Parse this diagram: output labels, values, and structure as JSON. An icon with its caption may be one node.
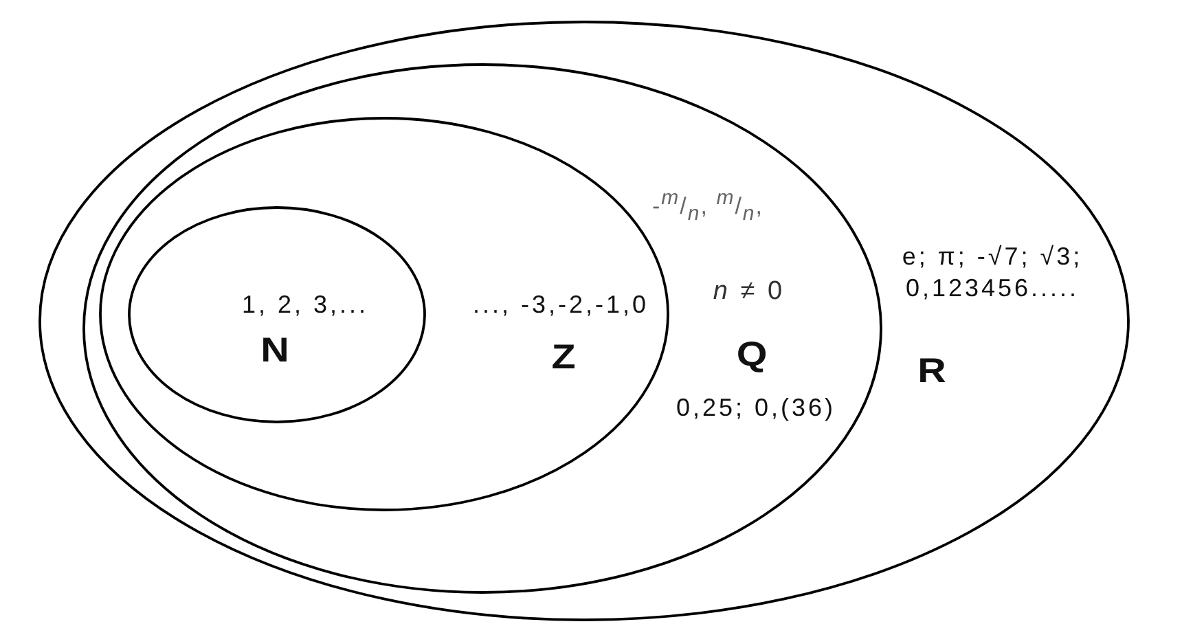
{
  "diagram": {
    "nodes": [
      {
        "text": [
          "e; π; -√7; √3; 0,123456.....",
          "R"
        ]
      },
      {
        "text": [
          "-$^{m}$/$_{n}$, $^{m}$/$_{n}$,",
          "*n* ≠ 0",
          "Q",
          "0,25; 0,(36)"
        ],
        "in": 0
      },
      {
        "text": [
          "..., -3,-2,-1,0",
          "Z"
        ],
        "in": 1
      },
      {
        "text": [
          "1, 2, 3,...",
          "N"
        ],
        "in": 2
      }
    ]
  }
}
